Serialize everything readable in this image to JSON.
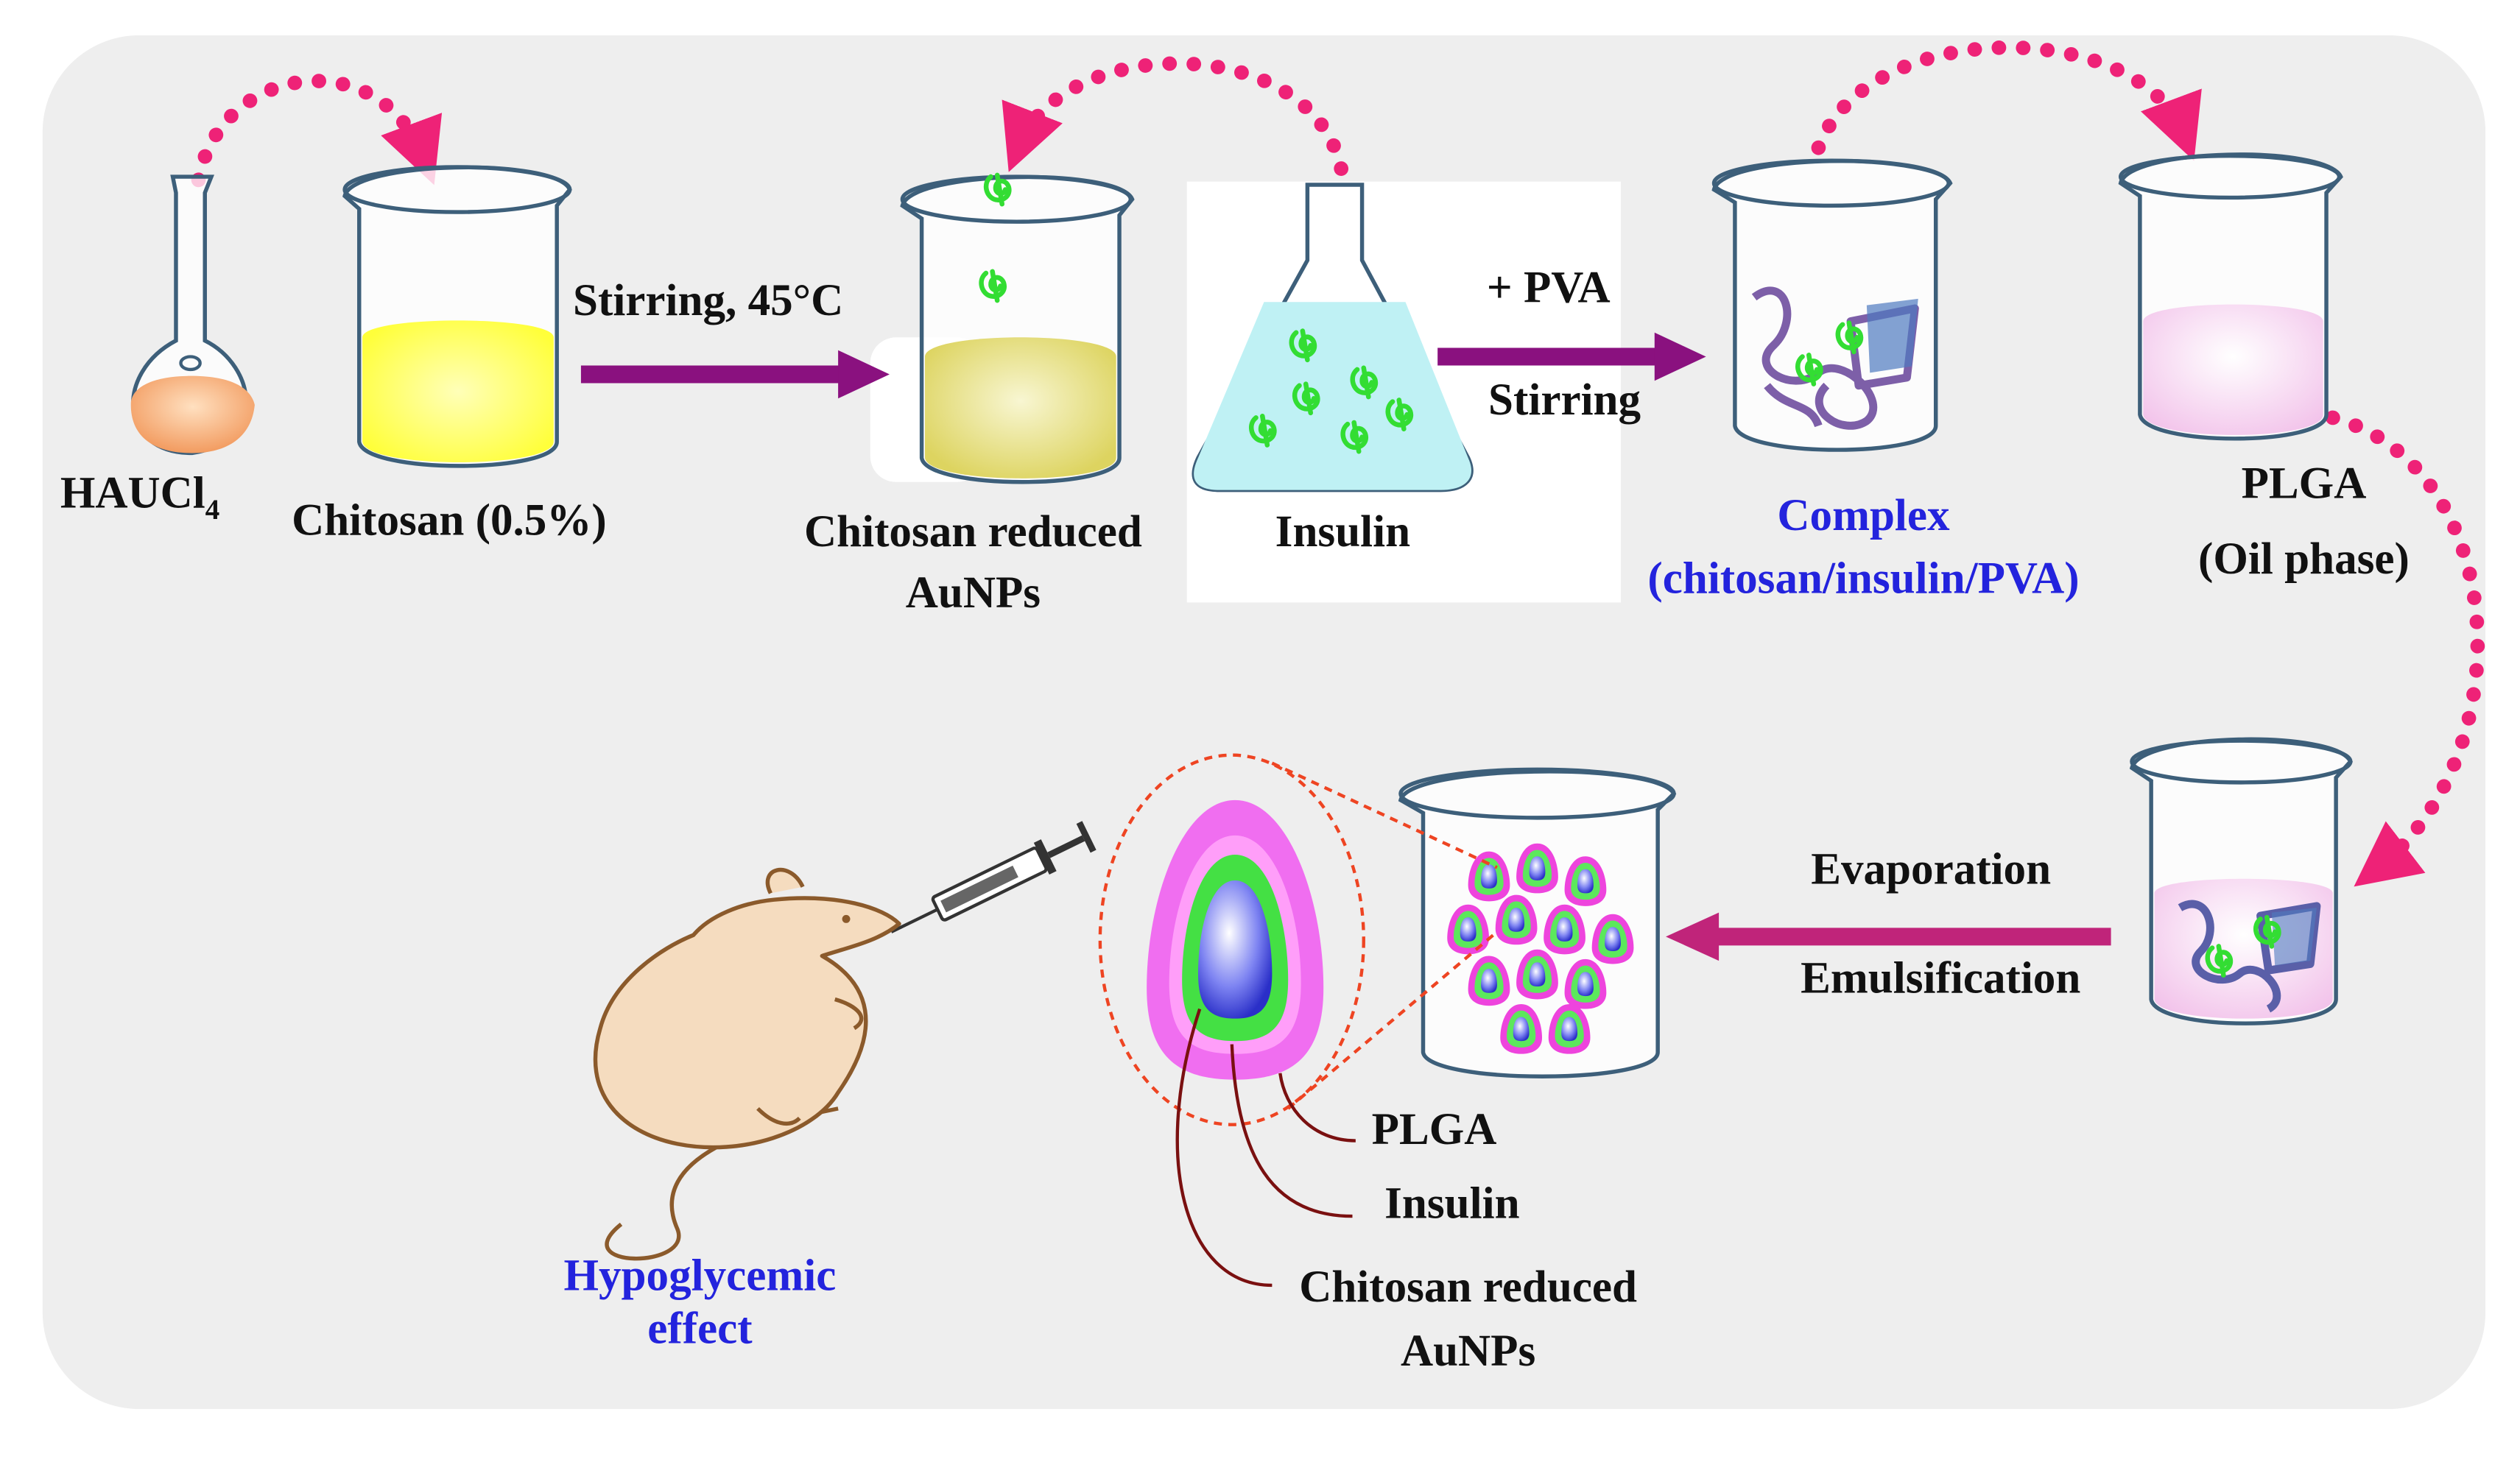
{
  "colors": {
    "panel_bg": "#eeeeee",
    "recycle_arrow": "#ee2277",
    "process_arrow_purple": "#8a117f",
    "process_arrow_magenta": "#c0247a",
    "blue_label": "#2323dd",
    "beaker_outline": "#3d5f7a",
    "haucl4_liquid": "#f4a060",
    "chitosan_liquid": "#ffff3a",
    "aunps_liquid": "#e6e070",
    "insulin_liquid": "#bff1f4",
    "plga_liquid": "#f4c8ec",
    "insulin_glyph": "#33dd33",
    "mouse_fill": "#f5dcbf",
    "mouse_outline": "#8b5a2b",
    "pointer_line": "#7a1010"
  },
  "labels": {
    "haucl4": "HAUCl",
    "haucl4_sub": "4",
    "chitosan": "Chitosan (0.5%)",
    "stirring_temp": "Stirring, 45°C",
    "aunps_line1": "Chitosan reduced",
    "aunps_line2": "AuNPs",
    "insulin": "Insulin",
    "plus_pva": "+ PVA",
    "stirring": "Stirring",
    "complex_line1": "Complex",
    "complex_line2": "(chitosan/insulin/PVA)",
    "plga_line1": "PLGA",
    "plga_line2": "(Oil phase)",
    "evaporation": "Evaporation",
    "emulsification": "Emulsification",
    "particle_plga": "PLGA",
    "particle_insulin": "Insulin",
    "particle_core_line1": "Chitosan reduced",
    "particle_core_line2": "AuNPs",
    "effect_line1": "Hypoglycemic",
    "effect_line2": "effect"
  },
  "icons": [
    "volumetric-flask-icon",
    "beaker-icon",
    "erlenmeyer-flask-icon",
    "insulin-molecule-icon",
    "syringe-icon",
    "mouse-icon",
    "nanoparticle-icon"
  ]
}
